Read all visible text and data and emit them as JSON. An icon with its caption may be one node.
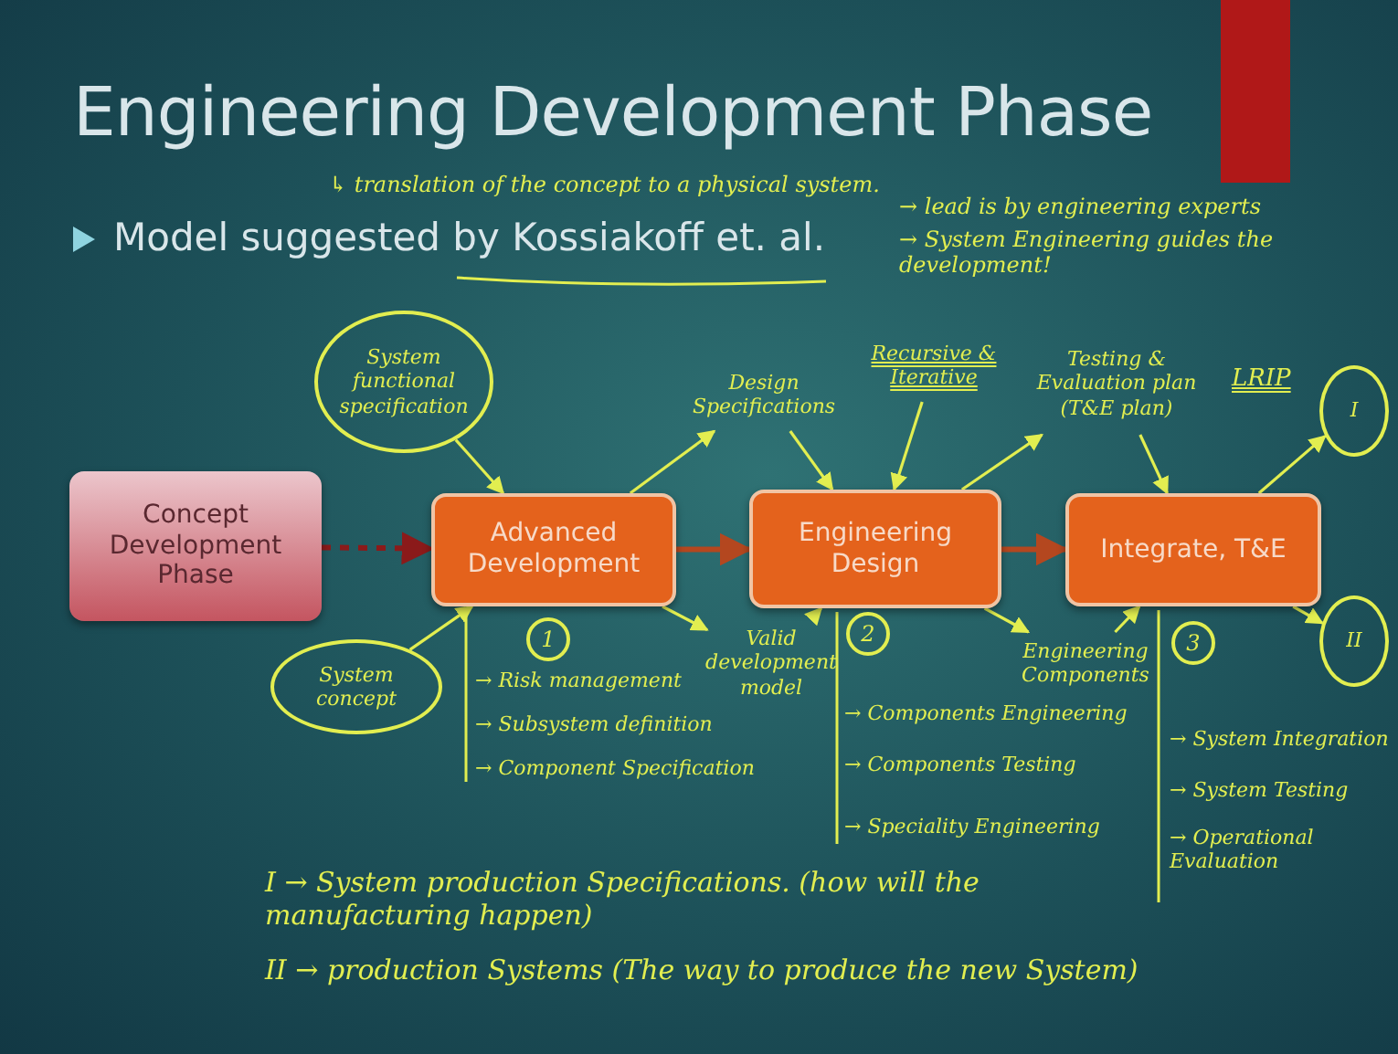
{
  "diagram": {
    "title": "Engineering Development Phase",
    "nodes": [
      {
        "text": [
          "Concept Development Phase"
        ]
      },
      {
        "text": [
          "Advanced Development"
        ],
        "beside": [
          "1"
        ]
      },
      {
        "text": [
          "Engineering Design"
        ],
        "beside": [
          "2"
        ]
      },
      {
        "text": [
          "Integrate, T&E"
        ],
        "beside": [
          "3"
        ]
      },
      {
        "text": [
          "System functional specification"
        ]
      },
      {
        "text": [
          "System concept"
        ]
      },
      {
        "text": [
          "Design Specifications"
        ]
      },
      {
        "text": [
          "Valid development model"
        ]
      },
      {
        "text": [
          "Recursive & Iterative"
        ]
      },
      {
        "text": [
          "Testing & Evaluation plan (T&E plan)"
        ]
      },
      {
        "text": [
          "Engineering Components"
        ]
      },
      {
        "text": [
          "I"
        ]
      },
      {
        "text": [
          "II"
        ]
      },
      {
        "text": [],
        "shape": "bar"
      }
    ],
    "edges": [
      {
        "from": 0,
        "to": 1,
        "arrow": "to",
        "style": "dashed",
        "color": "#8b1a1a"
      },
      {
        "from": 1,
        "to": 2,
        "arrow": "to",
        "color": "#b4471f"
      },
      {
        "from": 2,
        "to": 3,
        "arrow": "to",
        "color": "#b4471f"
      },
      {
        "from": 4,
        "to": 1,
        "arrow": "to"
      },
      {
        "from": 5,
        "to": 1,
        "arrow": "to"
      },
      {
        "from": 1,
        "to": 6,
        "arrow": "to"
      },
      {
        "from": 6,
        "to": 2,
        "arrow": "to"
      },
      {
        "from": 1,
        "to": 7,
        "arrow": "to"
      },
      {
        "from": 7,
        "to": 2,
        "arrow": "to"
      },
      {
        "from": 8,
        "to": 2,
        "arrow": "to"
      },
      {
        "from": 2,
        "to": 9,
        "arrow": "to"
      },
      {
        "from": 9,
        "to": 3,
        "arrow": "to"
      },
      {
        "from": 2,
        "to": 10,
        "arrow": "to"
      },
      {
        "from": 10,
        "to": 3,
        "arrow": "to"
      },
      {
        "from": 3,
        "to": 11,
        "arrow": "to"
      },
      {
        "from": 3,
        "to": 12,
        "arrow": "to"
      }
    ],
    "labels": [
      "Model suggested by Kossiakoff et. al.",
      "↳ translation of the concept to a physical system.",
      "→ lead is by engineering experts",
      "→ System Engineering guides the development!",
      "LRIP",
      "→ Risk management",
      "→ Subsystem definition",
      "→ Component Specification",
      "→ Components Engineering",
      "→ Components Testing",
      "→ Speciality Engineering",
      "→ System Integration",
      "→ System Testing",
      "→ Operational Evaluation",
      "I → System production Specifications. (how will the manufacturing happen)",
      "II → production Systems (The way to produce the new System)"
    ]
  }
}
